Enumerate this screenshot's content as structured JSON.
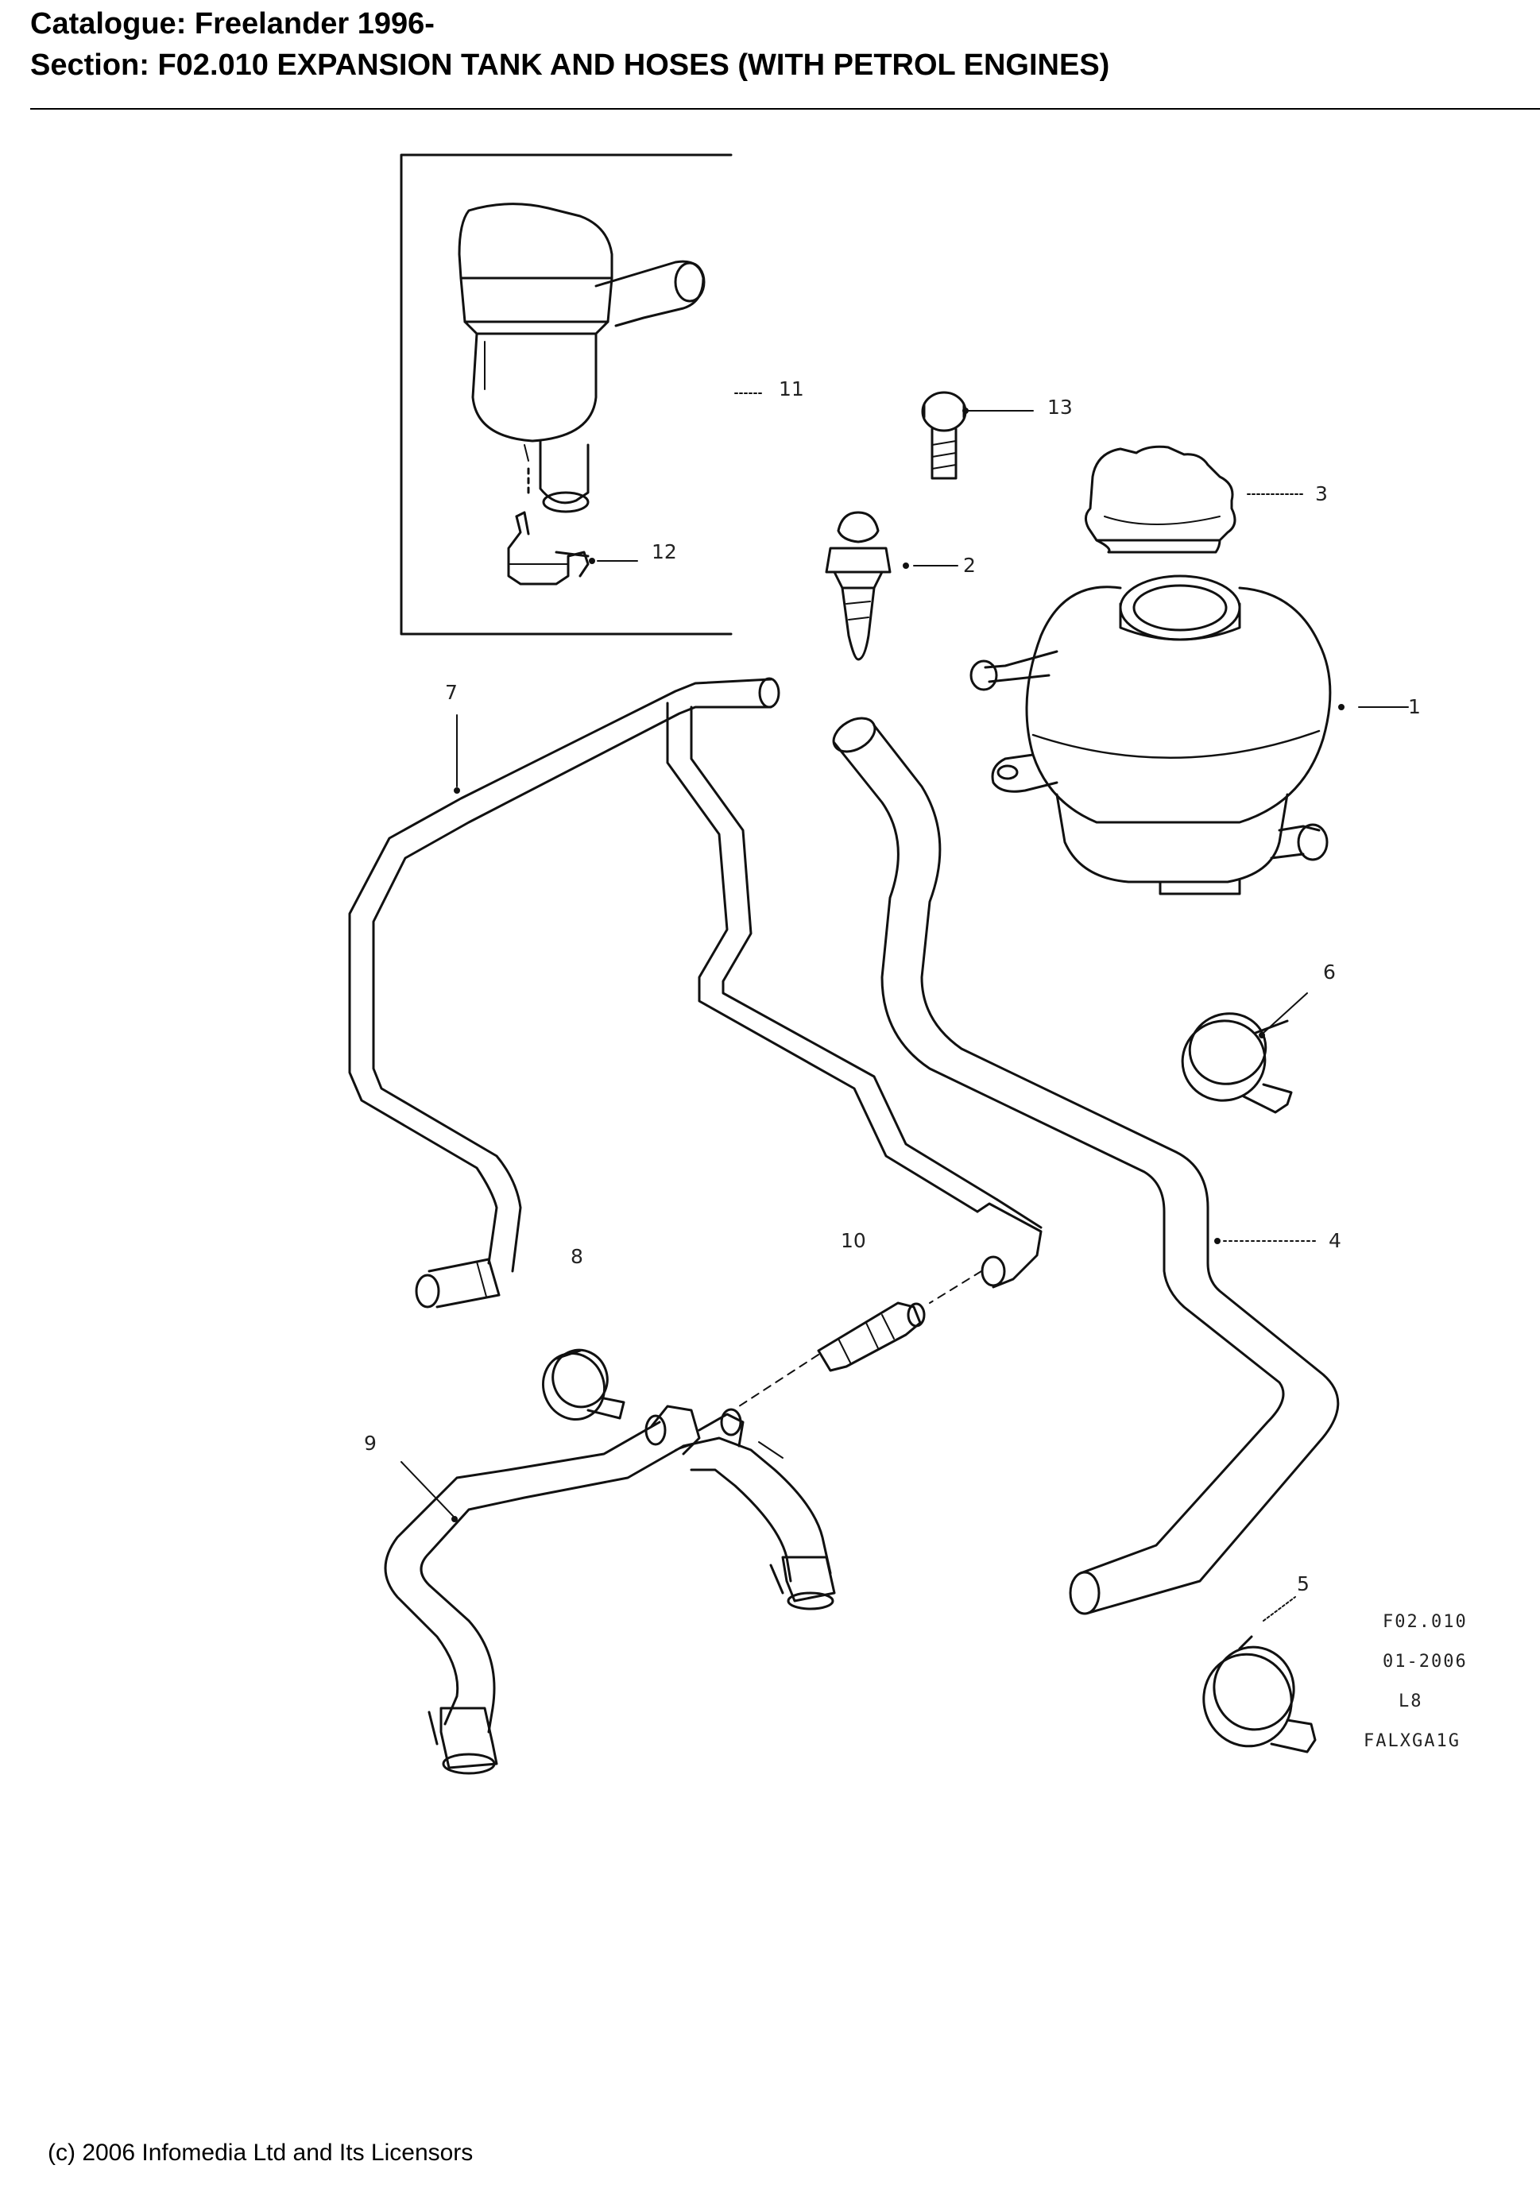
{
  "header": {
    "catalogue": "Catalogue: Freelander 1996-",
    "section": "Section: F02.010   EXPANSION TANK AND HOSES (WITH PETROL ENGINES)"
  },
  "callouts": {
    "c1": "1",
    "c2": "2",
    "c3": "3",
    "c4": "4",
    "c5": "5",
    "c6": "6",
    "c7": "7",
    "c8": "8",
    "c9": "9",
    "c10": "10",
    "c11": "11",
    "c12": "12",
    "c13": "13"
  },
  "reference_block": [
    "F02.010",
    "01-2006",
    "L8",
    "FALXGA1G"
  ],
  "footer": {
    "copyright": "(c) 2006 Infomedia Ltd and Its Licensors"
  },
  "colors": {
    "line": "#111111",
    "background": "#ffffff"
  }
}
